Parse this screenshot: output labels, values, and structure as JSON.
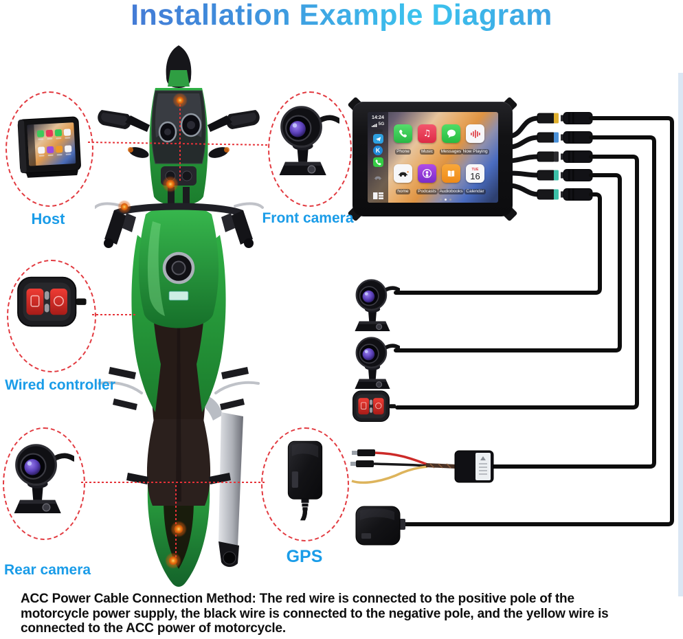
{
  "title": "Installation Example Diagram",
  "callouts": {
    "host": {
      "label": "Host"
    },
    "front_camera": {
      "label": "Front camera"
    },
    "wired_controller": {
      "label": "Wired controller"
    },
    "rear_camera": {
      "label": "Rear camera"
    },
    "gps": {
      "label": "GPS"
    }
  },
  "display": {
    "status_time": "14:24",
    "status_network": "5G",
    "apps": [
      {
        "label": "Phone"
      },
      {
        "label": "Music"
      },
      {
        "label": "Messages"
      },
      {
        "label": "Now Playing"
      },
      {
        "label": "home"
      },
      {
        "label": "Podcasts"
      },
      {
        "label": "Audiobooks"
      },
      {
        "label": "Calendar"
      }
    ],
    "calendar": {
      "weekday": "TUE",
      "day": "16"
    }
  },
  "footer": {
    "lines": [
      "ACC Power Cable Connection Method: The red wire is connected to the positive pole of the",
      "motorcycle power supply, the black wire is connected to the negative pole, and the yellow wire is",
      "connected to the ACC power of motorcycle."
    ]
  },
  "colors": {
    "title_gradient_start": "#4a63ce",
    "title_gradient_end": "#3cc4ee",
    "label_blue": "#1a9ce8",
    "callout_red": "#e23a40",
    "bike_green": "#2fae44",
    "wire_black": "#0d0d0d",
    "connector_bands": [
      "#e0b02e",
      "#4a90d8",
      "#2b2b2f",
      "#3cc0a8",
      "#3cc0a8"
    ],
    "button_red": "#d92b26"
  }
}
